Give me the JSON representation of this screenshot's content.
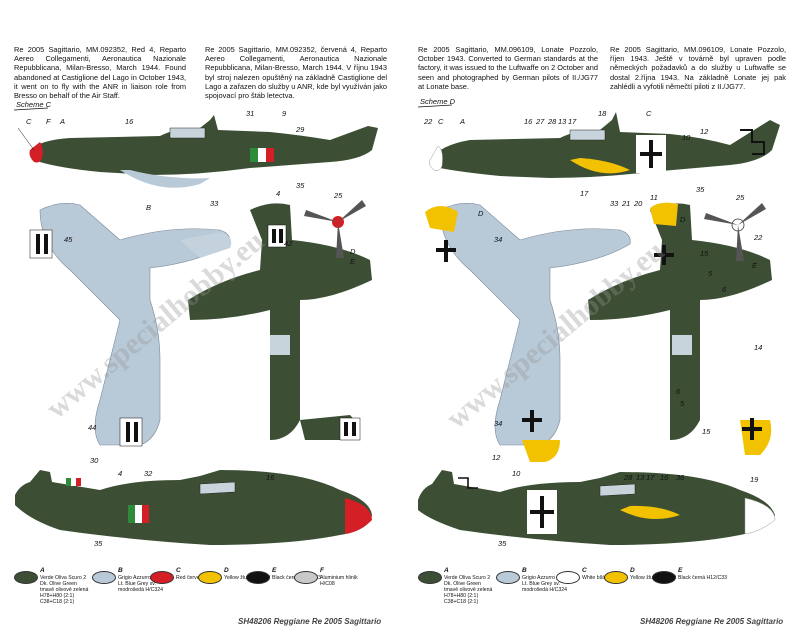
{
  "left_page": {
    "desc_en": "Re 2005 Sagittario, MM.092352, Red 4, Reparto Aereo Collegamenti, Aeronautica Nazionale Repubblicana, Milan-Bresso, March 1944. Found abandoned at Castiglione del Lago in October 1943, it went on to fly with the ANR in liaison role from Bresso on behalf of the Air Staff.",
    "desc_cz": "Re 2005 Sagittario, MM.092352, červená 4, Reparto Aereo Collegamenti, Aeronautica Nazionale Repubblicana, Milan-Bresso, March 1944. V říjnu 1943 byl stroj nalezen opuštěný na základně Castiglione del Lago a zařazen do služby u ANR, kde byl využíván jako spojovací pro štáb letectva.",
    "scheme": "Scheme C",
    "callouts": [
      "C",
      "F",
      "A",
      "16",
      "31",
      "9",
      "29",
      "B",
      "33",
      "4",
      "35",
      "25",
      "E",
      "D",
      "42",
      "45",
      "44",
      "30",
      "4",
      "32",
      "16",
      "35"
    ],
    "legend": [
      {
        "letter": "A",
        "text": "Verde Oliva Scuro 2 Dk. Olive Green tmavě olivově zelená H78+H80 (2:1) C38+C18 (2:1)",
        "color": "#3c4f34"
      },
      {
        "letter": "B",
        "text": "Grigio Azzurro Chiaro Lt. Blue Grey sv. modrošedá H/C324",
        "color": "#b8c9d8"
      },
      {
        "letter": "C",
        "text": "Red červená H/C03",
        "color": "#d41f26"
      },
      {
        "letter": "D",
        "text": "Yellow žlutá H/C329",
        "color": "#f2c200"
      },
      {
        "letter": "E",
        "text": "Black černá H12/C33",
        "color": "#111111"
      },
      {
        "letter": "F",
        "text": "Aluminium hliník H/C08",
        "color": "#c9c9c9"
      }
    ],
    "footer": "SH48206 Reggiane Re 2005 Sagittario"
  },
  "right_page": {
    "desc_en": "Re 2005 Sagittario, MM.096109, Lonate Pozzolo, October 1943. Converted to German standards at the factory, it was issued to the Luftwaffe on 2 October and seen and photographed by German pilots of II./JG77 at Lonate base.",
    "desc_cz": "Re 2005 Sagittario, MM.096109, Lonate Pozzolo, říjen 1943. Ještě v továrně byl upraven podle německých požadavků a do služby u Luftwaffe se dostal 2.října 1943. Na základně Lonate jej pak zahlédli a vyfotili němečtí piloti z II./JG77.",
    "scheme": "Scheme D",
    "callouts": [
      "22",
      "C",
      "A",
      "18",
      "C",
      "12",
      "16",
      "27",
      "28",
      "13",
      "17",
      "10",
      "33",
      "21",
      "20",
      "11",
      "35",
      "17",
      "25",
      "22",
      "E",
      "D",
      "D",
      "34",
      "15",
      "5",
      "6",
      "14",
      "6",
      "5",
      "15",
      "34",
      "12",
      "10",
      "28",
      "13",
      "17",
      "16",
      "36",
      "19",
      "35"
    ],
    "legend": [
      {
        "letter": "A",
        "text": "Verde Oliva Scuro 2 Dk. Olive Green tmavě olivově zelená H78+H80 (2:1) C38+C18 (2:1)",
        "color": "#3c4f34"
      },
      {
        "letter": "B",
        "text": "Grigio Azzurro Chiaro Lt. Blue Grey sv. modrošedá H/C324",
        "color": "#b8c9d8"
      },
      {
        "letter": "C",
        "text": "White bílá H11/C62",
        "color": "#ffffff"
      },
      {
        "letter": "D",
        "text": "Yellow žlutá H/C329",
        "color": "#f2c200"
      },
      {
        "letter": "E",
        "text": "Black černá H12/C33",
        "color": "#111111"
      }
    ],
    "footer": "SH48206 Reggiane Re 2005 Sagittario"
  },
  "watermark": "www.specialhobby.eu",
  "colors": {
    "olive": "#3c4f34",
    "blue_grey": "#b8c9d8",
    "red": "#d41f26",
    "yellow": "#f2c200",
    "black": "#111111",
    "white": "#ffffff"
  }
}
